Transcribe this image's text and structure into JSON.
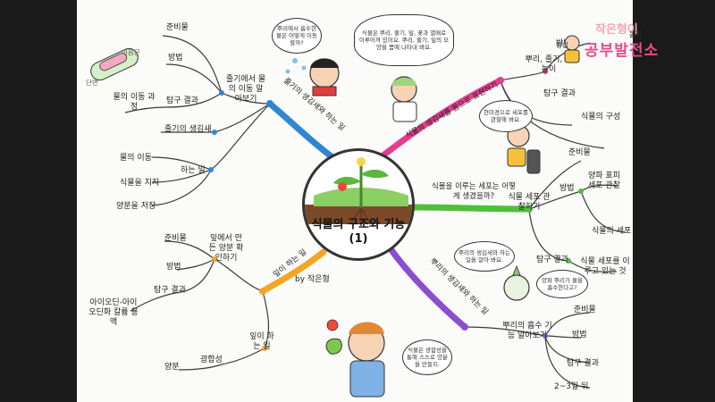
{
  "center": {
    "title": "식물의 구조와 기능",
    "subtitle": "(1)"
  },
  "author": "by 작은형",
  "logo": {
    "top": "작은형이",
    "main": "공부발전소",
    "badge": "방법",
    "badge2": "돌직"
  },
  "branches": {
    "movement": {
      "label": "줄기의 생김새와 하는 일",
      "sub1": "줄기에서 물의 이동 알아보기",
      "sub1_items": [
        "준비물",
        "방법",
        "탐구 결과"
      ],
      "sub1_result": "물의 이동 과정",
      "sub2": "줄기의 생김새",
      "sub3": "하는 일",
      "sub3_items": [
        "물의 이동",
        "식물을 지지",
        "양분을 저장"
      ]
    },
    "representation": {
      "label": "식물의 생김새를 몸으로 표현하기",
      "sub1": "뿌리, 줄기, 잎 놀이",
      "sub1_items": [
        "방법",
        "탐구 결과",
        "식물의 구성"
      ]
    },
    "cells": {
      "label": "식물을 이루는 세포는 어떻게 생겼을까?",
      "sub1": "식물 세포 관찰하기",
      "sub1_items": [
        "준비물",
        "방법",
        "양파 표피 세포 관찰",
        "식물의 세포",
        "탐구 결과",
        "식물 세포를 이루고 있는 것"
      ]
    },
    "roots": {
      "label": "뿌리의 생김새와 하는 일",
      "sub1": "뿌리의 흡수 기능 알아보기",
      "sub1_items": [
        "준비물",
        "방법",
        "탐구 결과",
        "2~3일 뒤"
      ]
    },
    "leaves": {
      "label": "잎이 하는 일",
      "sub1": "잎에서 만든 양분 확인하기",
      "sub1_items": [
        "준비물",
        "방법",
        "탐구 결과",
        "아이오딘-아이오딘화 칼륨 용액"
      ],
      "sub2": "잎이 하는 일",
      "sub2_items": [
        "광합성",
        "양분"
      ]
    }
  },
  "bubbles": {
    "q1": "뿌리에서 흡수한 물은 어떻게 이동할까?",
    "q2": "식물은 뿌리, 줄기, 잎, 꽃과 열매로 이루어져 있어요. 뿌리, 줄기, 잎의 모양을 몸에 나타내 봐요.",
    "q3": "현미경으로 세포를 관찰해 봐요.",
    "q4": "뿌리의 생김새와 하는 일을 알아 봐요.",
    "q5": "양파 뿌리가 물을 흡수한다고?",
    "q6": "식물은 광합성을 통해 스스로 양분을 만들지."
  },
  "annotations": {
    "tube": "이음근",
    "tube2": "단면"
  },
  "colors": {
    "blue": "#2f86d4",
    "pink": "#e23d8e",
    "green": "#4fbf3a",
    "purple": "#8a4fd0",
    "orange": "#f3a524",
    "dark": "#3a3a3a"
  }
}
